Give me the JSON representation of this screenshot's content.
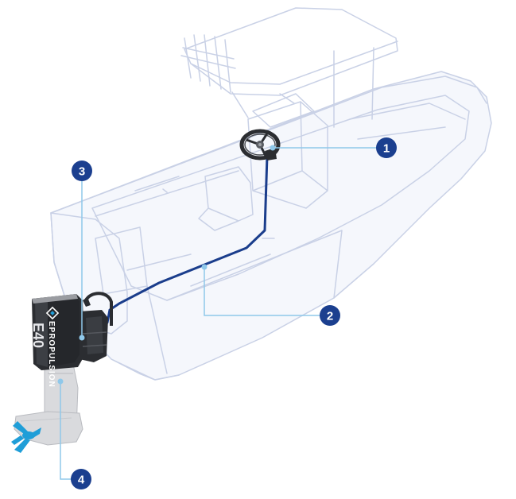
{
  "colors": {
    "hull_stroke": "#c9d1e6",
    "hull_fill": "#f5f7fc",
    "cable": "#1a3d8c",
    "leader": "#8fc8ea",
    "callout_fill": "#1b3f8f",
    "motor_dark": "#2b2d31",
    "motor_light": "#d9dadd",
    "prop": "#1f9ed8"
  },
  "icons": {
    "steering_wheel": "steering-wheel-icon",
    "brand_logo": "epropulsion-logo-icon"
  },
  "brand": {
    "name": "EPROPULSION",
    "model": "E40"
  },
  "callouts": [
    {
      "label": "1"
    },
    {
      "label": "2"
    },
    {
      "label": "3"
    },
    {
      "label": "4"
    }
  ]
}
